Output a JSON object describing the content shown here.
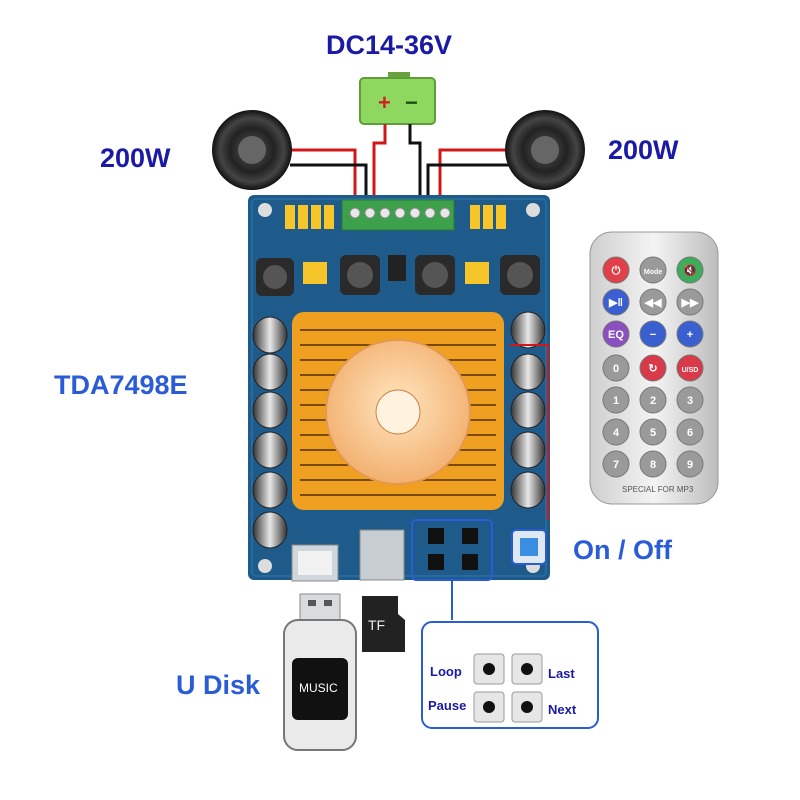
{
  "labels": {
    "power": "DC14-36V",
    "left_power": "200W",
    "right_power": "200W",
    "chip": "TDA7498E",
    "switch": "On / Off",
    "udisk": "U Disk",
    "udisk_text": "MUSIC",
    "tf": "TF",
    "battery_plus": "+",
    "battery_minus": "−"
  },
  "buttons": {
    "loop": "Loop",
    "last": "Last",
    "pause": "Pause",
    "next": "Next"
  },
  "remote": {
    "footer": "SPECIAL FOR MP3",
    "keys": [
      {
        "label": "⏻",
        "color": "#e0404a"
      },
      {
        "label": "Mode",
        "color": "#9a9a9a"
      },
      {
        "label": "🔇",
        "color": "#3cae5a"
      },
      {
        "label": "▶‖",
        "color": "#3a5fd0"
      },
      {
        "label": "◀◀",
        "color": "#9a9a9a"
      },
      {
        "label": "▶▶",
        "color": "#9a9a9a"
      },
      {
        "label": "EQ",
        "color": "#8a4fc0"
      },
      {
        "label": "−",
        "color": "#3a5fd0"
      },
      {
        "label": "+",
        "color": "#3a5fd0"
      },
      {
        "label": "0",
        "color": "#9a9a9a"
      },
      {
        "label": "↻",
        "color": "#d83a4a"
      },
      {
        "label": "U/SD",
        "color": "#d83a4a"
      },
      {
        "label": "1",
        "color": "#9a9a9a"
      },
      {
        "label": "2",
        "color": "#9a9a9a"
      },
      {
        "label": "3",
        "color": "#9a9a9a"
      },
      {
        "label": "4",
        "color": "#9a9a9a"
      },
      {
        "label": "5",
        "color": "#9a9a9a"
      },
      {
        "label": "6",
        "color": "#9a9a9a"
      },
      {
        "label": "7",
        "color": "#9a9a9a"
      },
      {
        "label": "8",
        "color": "#9a9a9a"
      },
      {
        "label": "9",
        "color": "#9a9a9a"
      }
    ]
  },
  "colors": {
    "label_dark": "#1a1aa6",
    "label_blue": "#2a5cd8",
    "pcb": "#1f5b8a",
    "heatsink": "#f0a020",
    "battery": "#8ed860"
  }
}
